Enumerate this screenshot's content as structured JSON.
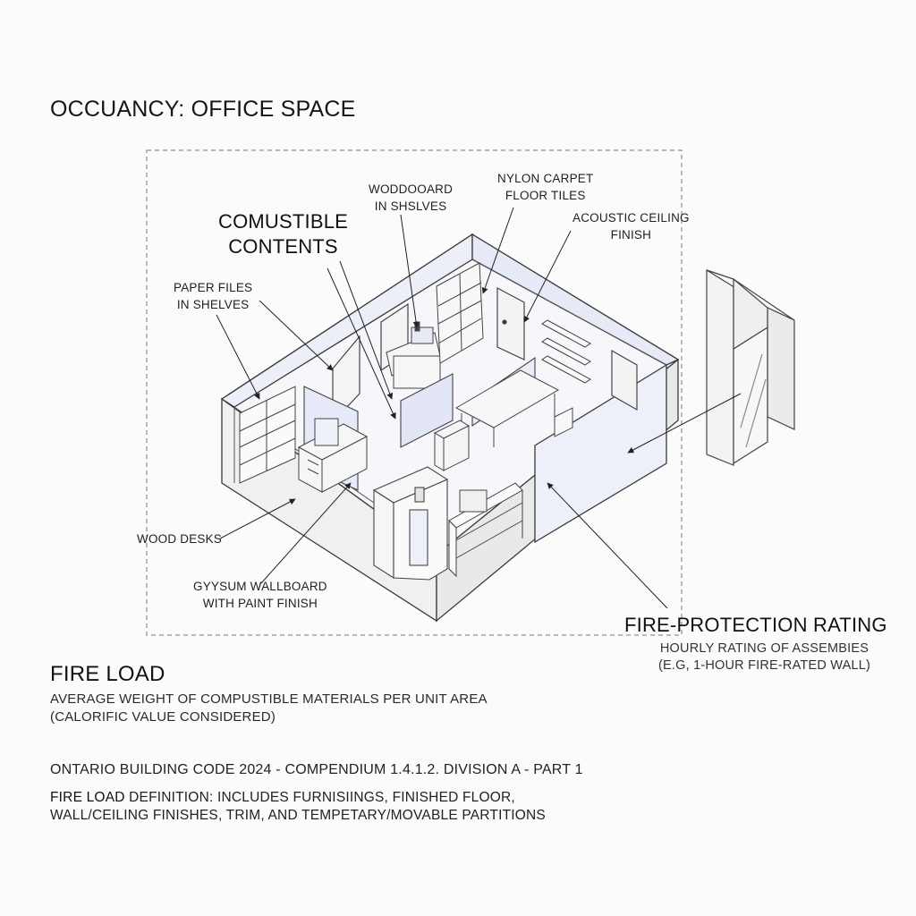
{
  "occupancy_title": "OCCUANCY: OFFICE SPACE",
  "labels": {
    "woodboard_line1": "WODDOOARD",
    "woodboard_line2": "IN SHSLVES",
    "nylon_line1": "NYLON CARPET",
    "nylon_line2": "FLOOR TILES",
    "acoustic_line1": "ACOUSTIC CEILING",
    "acoustic_line2": "FINISH",
    "combustible_line1": "COMUSTIBLE",
    "combustible_line2": "CONTENTS",
    "paper_line1": "PAPER FILES",
    "paper_line2": "IN SHELVES",
    "wood_desks": "WOOD DESKS",
    "gypsum_line1": "GYYSUM WALLBOARD",
    "gypsum_line2": "WITH PAINT FINISH"
  },
  "fire_protection": {
    "title": "FIRE-PROTECTION RATING",
    "sub_line1": "HOURLY RATING OF ASSEMBIES",
    "sub_line2": "(E.G, 1-HOUR FIRE-RATED WALL)"
  },
  "fire_load": {
    "title": "FIRE LOAD",
    "desc_line1": "AVERAGE WEIGHT OF COMPUSTIBLE MATERIALS PER UNIT AREA",
    "desc_line2": "(CALORIFIC VALUE CONSIDERED)"
  },
  "reference": "ONTARIO BUILDING CODE 2024 - COMPENDIUM 1.4.1.2. DIVISION A - PART 1",
  "definition": {
    "term": "FIRE LOAD",
    "line1_rest": " DEFINITION: INCLUDES FURNISIINGS, FINISHED FLOOR,",
    "line2": "WALL/CEILING FINISHES, TRIM, AND TEMPETARY/MOVABLE PARTITIONS"
  }
}
